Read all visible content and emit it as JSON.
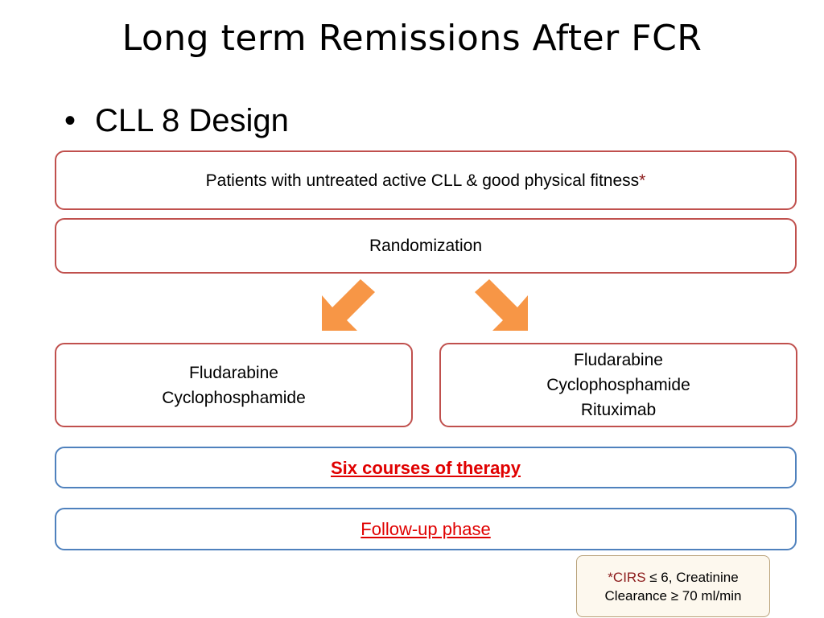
{
  "slide": {
    "title": "Long term Remissions After FCR",
    "bullet_symbol": "•",
    "bullet": "CLL 8 Design"
  },
  "flow": {
    "inclusion": "Patients with untreated active CLL & good physical fitness",
    "inclusion_marker": "*",
    "randomization": "Randomization",
    "arm_fc": {
      "line1": "Fludarabine",
      "line2": "Cyclophosphamide"
    },
    "arm_fcr": {
      "line1": "Fludarabine",
      "line2": "Cyclophosphamide",
      "line3": "Rituximab"
    },
    "therapy": "Six courses of therapy",
    "follow_up": "Follow-up phase"
  },
  "footnote": {
    "marker": "*CIRS",
    "line1_rest": " ≤ 6, Creatinine",
    "line2": "Clearance ≥ 70 ml/min"
  },
  "colors": {
    "box_border": "#c0504d",
    "box_border_blue": "#4f81bd",
    "arrow_fill": "#f79646",
    "emphasis_text": "#e00000"
  },
  "icons": {
    "left_arrow": "arrow-down-left-icon",
    "right_arrow": "arrow-down-right-icon"
  }
}
